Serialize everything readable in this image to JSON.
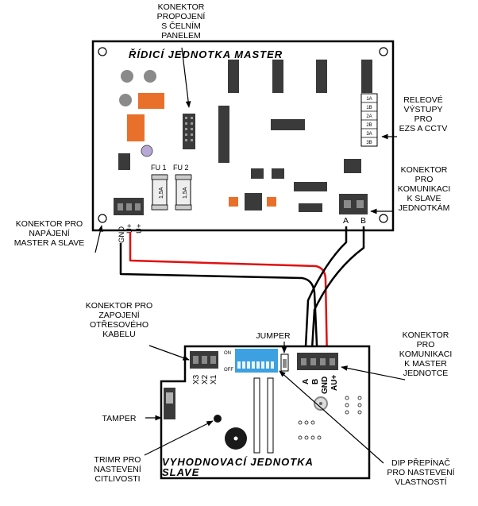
{
  "master": {
    "title": "ŘÍDICÍ JEDNOTKA MASTER",
    "fuses": [
      {
        "label": "FU 1",
        "rating": "1,5A"
      },
      {
        "label": "FU 2",
        "rating": "1,5A"
      }
    ],
    "relay_rows": [
      "1A",
      "1B",
      "2A",
      "2B",
      "3A",
      "3B"
    ],
    "power_pins": [
      "GND",
      "U+",
      "U+"
    ],
    "comm_pins": [
      "A",
      "B"
    ]
  },
  "slave": {
    "title_line1": "VYHODNOVACÍ JEDNOTKA",
    "title_line2": "SLAVE",
    "x_pins": [
      "X3",
      "X2",
      "X1"
    ],
    "dip_on": "ON",
    "dip_off": "OFF",
    "comm_pins": [
      "A",
      "B",
      "GND",
      "AU+"
    ]
  },
  "callouts": {
    "panel_connector": [
      "KONEKTOR",
      "PROPOJENÍ",
      "S ČELNÍM",
      "PANELEM"
    ],
    "relay_outputs": [
      "RELEOVÉ",
      "VÝSTUPY",
      "PRO",
      "EZS A CCTV"
    ],
    "master_comm": [
      "KONEKTOR",
      "PRO",
      "KOMUNIKACI",
      "K SLAVE",
      "JEDNOTKÁM"
    ],
    "power_connector": [
      "KONEKTOR PRO",
      "NAPÁJENÍ",
      "MASTER A SLAVE"
    ],
    "vibration_connector": [
      "KONEKTOR PRO",
      "ZAPOJENÍ",
      "OTŘESOVÉHO",
      "KABELU"
    ],
    "jumper": [
      "JUMPER"
    ],
    "slave_comm": [
      "KONEKTOR",
      "PRO",
      "KOMUNIKACI",
      "K MASTER",
      "JEDNOTCE"
    ],
    "tamper": [
      "TAMPER"
    ],
    "trimmer": [
      "TRIMR PRO",
      "NASTEVENÍ",
      "CITLIVOSTI"
    ],
    "dip_switch": [
      "DIP PŘEPÍNAČ",
      "PRO NASTEVENÍ",
      "VLASTNOSTÍ"
    ]
  },
  "colors": {
    "orange": "#e8702a",
    "dark_chip": "#3a3a3a",
    "wire_red": "#e01010",
    "wire_black": "#000000",
    "dip_blue": "#3da0e0"
  }
}
